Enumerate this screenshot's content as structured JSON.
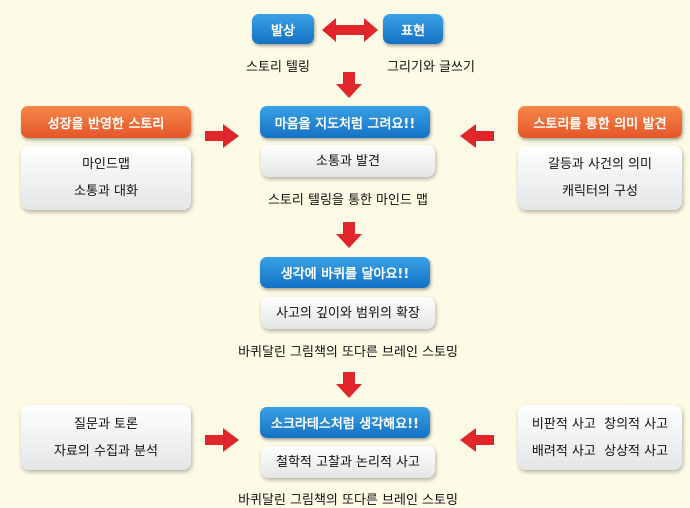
{
  "top": {
    "left_pill": "발상",
    "right_pill": "표현",
    "left_caption": "스토리 텔링",
    "right_caption": "그리기와 글쓰기"
  },
  "row1": {
    "left_header": "성장을 반영한 스토리",
    "left_items": [
      "마인드맵",
      "소통과 대화"
    ],
    "center_header": "마음을 지도처럼 그려요!!",
    "center_box": "소통과 발견",
    "center_caption": "스토리 텔링을 통한 마인드 맵",
    "right_header": "스토리를 통한 의미 발견",
    "right_items": [
      "갈등과 사건의 의미",
      "캐릭터의 구성"
    ]
  },
  "row2": {
    "center_header": "생각에 바퀴를 달아요!!",
    "center_box": "사고의 깊이와 범위의 확장",
    "center_caption": "바퀴달린 그림책의 또다른 브레인 스토밍"
  },
  "row3": {
    "left_items": [
      "질문과 토론",
      "자료의 수집과 분석"
    ],
    "center_header": "소크라테스처럼 생각해요!!",
    "center_box": "철학적 고찰과 논리적 사고",
    "center_caption": "바퀴달린 그림책의 또다른 브레인 스토밍",
    "right_items": [
      "비판적 사고  창의적 사고",
      "배려적 사고  상상적 사고"
    ]
  },
  "colors": {
    "blue": "#1a7fd0",
    "orange": "#e9602f",
    "arrow": "#e0262b",
    "background": "#fdfbe6"
  }
}
